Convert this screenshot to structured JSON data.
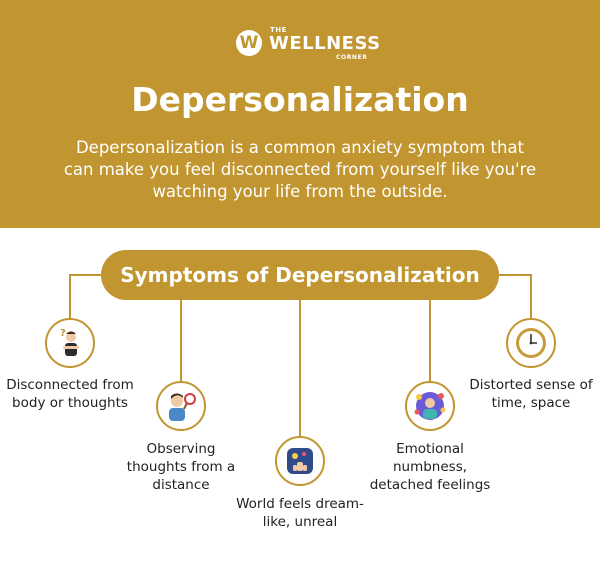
{
  "brand": {
    "the": "THE",
    "name": "WELLNESS",
    "sub": "CORNER",
    "letter": "W"
  },
  "header": {
    "title": "Depersonalization",
    "description": "Depersonalization is a common anxiety symptom that can make you feel disconnected from yourself like you're watching your life from the outside."
  },
  "section": {
    "title": "Symptoms of Depersonalization"
  },
  "symptoms": [
    {
      "label": "Disconnected from body or thoughts",
      "icon": "confused-person-icon"
    },
    {
      "label": "Observing thoughts from a distance",
      "icon": "magnifier-person-icon"
    },
    {
      "label": "World feels dream-like, unreal",
      "icon": "dream-head-icon"
    },
    {
      "label": "Emotional numbness, detached feelings",
      "icon": "emotions-person-icon"
    },
    {
      "label": "Distorted sense of time, space",
      "icon": "clock-icon"
    }
  ],
  "colors": {
    "gold": "#c1952f",
    "text": "#222222",
    "white": "#ffffff"
  }
}
